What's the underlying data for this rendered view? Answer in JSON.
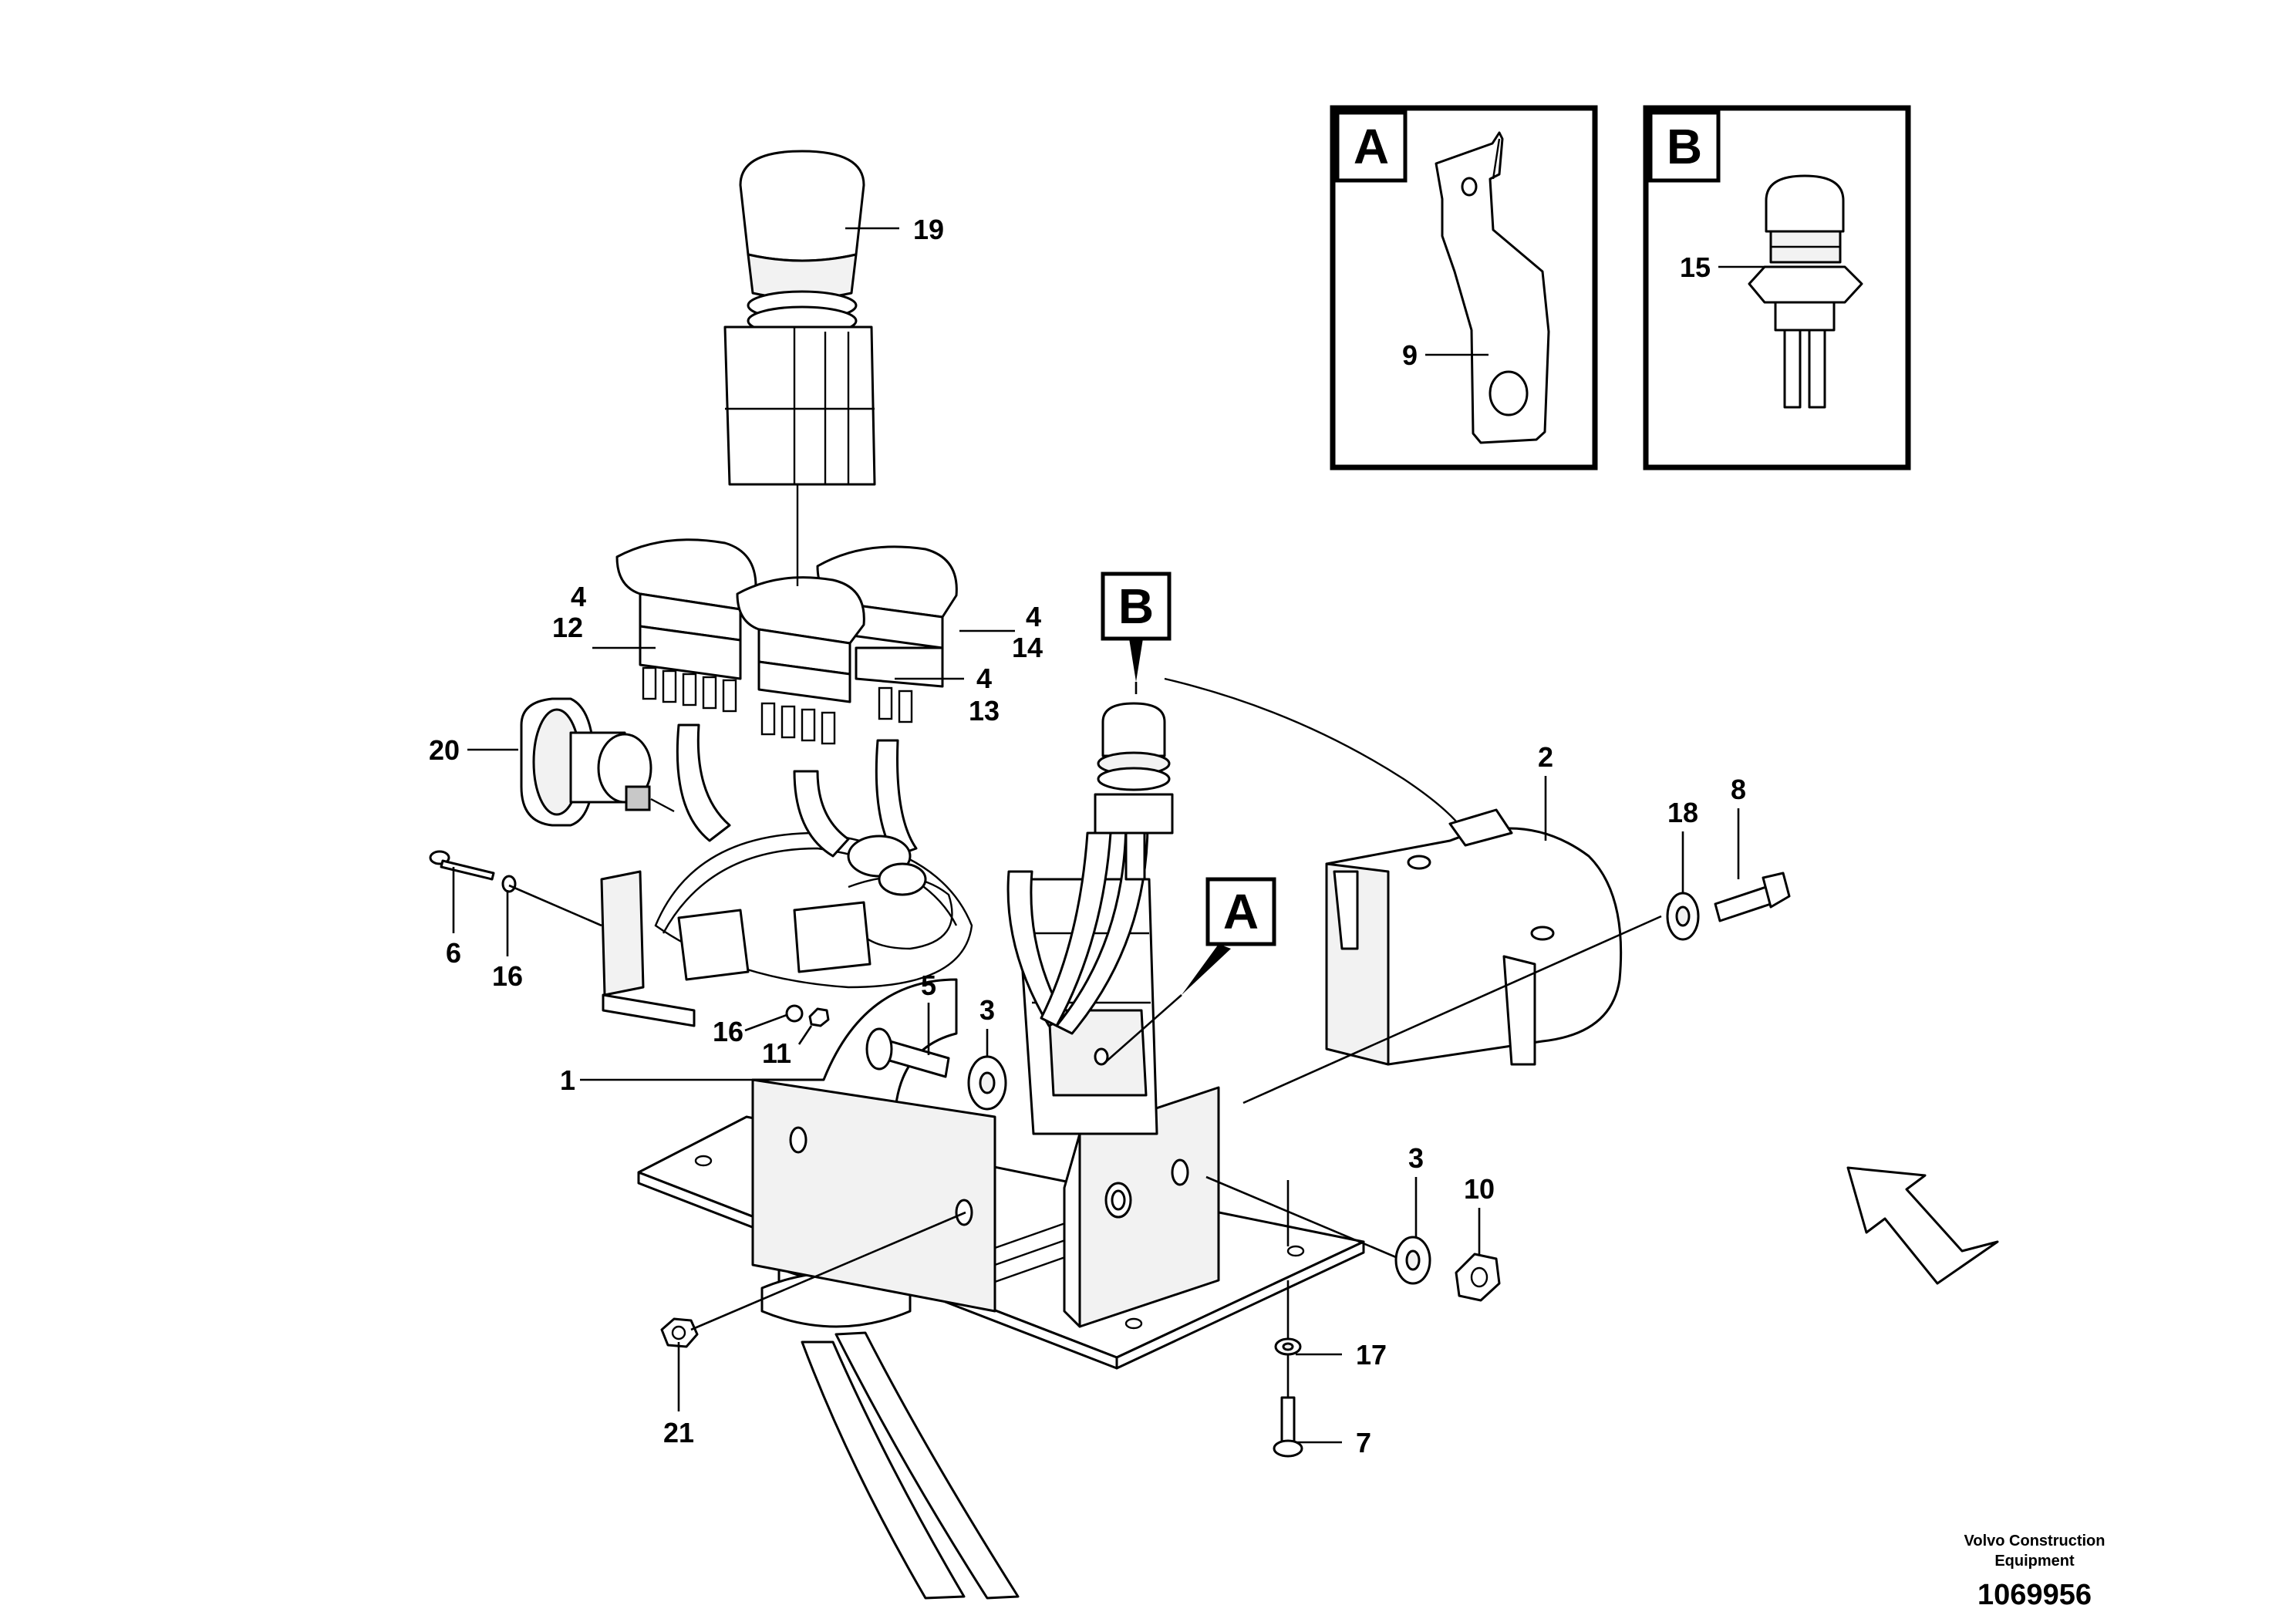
{
  "detail_boxes": [
    {
      "tag": "A",
      "callout": "9"
    },
    {
      "tag": "B",
      "callout": "15"
    }
  ],
  "main_tags": [
    "B",
    "A"
  ],
  "callouts": [
    "19",
    "4",
    "12",
    "4",
    "14",
    "4",
    "13",
    "20",
    "2",
    "18",
    "8",
    "6",
    "16",
    "16",
    "11",
    "5",
    "3",
    "1",
    "3",
    "10",
    "17",
    "7",
    "21"
  ],
  "footer": {
    "brand_line1": "Volvo Construction",
    "brand_line2": "Equipment",
    "drawing_number": "1069956"
  }
}
